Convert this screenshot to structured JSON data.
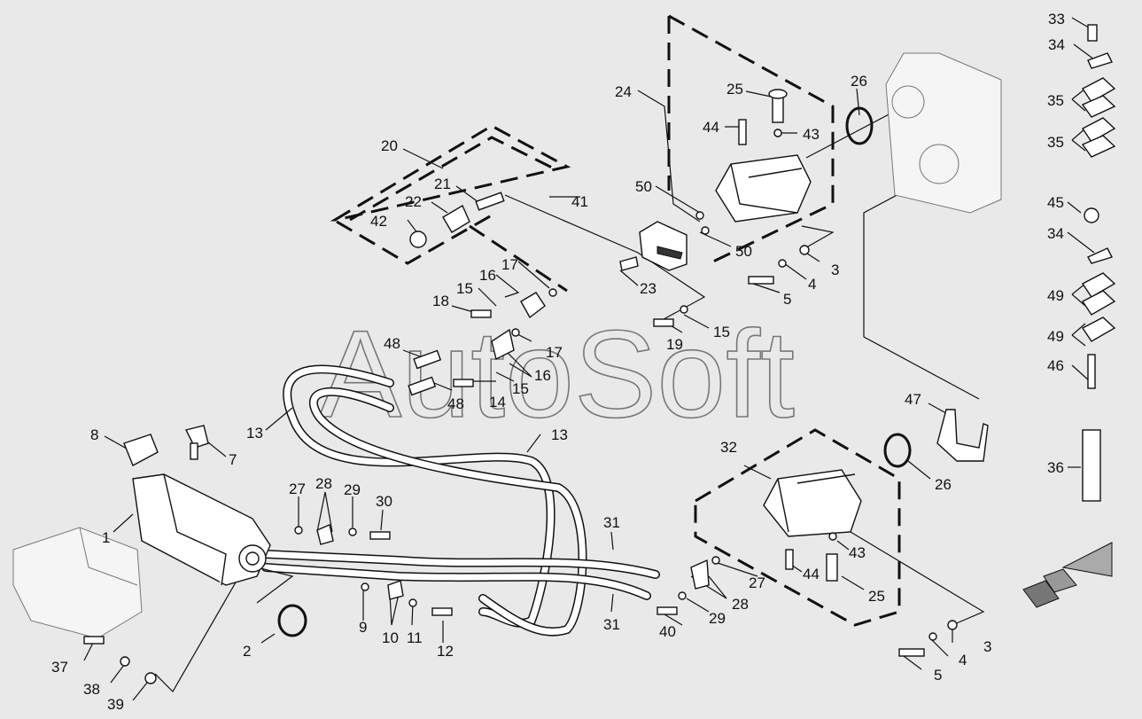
{
  "watermark": "AutoSoft",
  "labels": {
    "l1": "1",
    "l2": "2",
    "l3a": "3",
    "l3b": "3",
    "l4a": "4",
    "l4b": "4",
    "l5a": "5",
    "l5b": "5",
    "l7": "7",
    "l8": "8",
    "l9": "9",
    "l10": "10",
    "l11": "11",
    "l12": "12",
    "l13a": "13",
    "l13b": "13",
    "l14": "14",
    "l15a": "15",
    "l15b": "15",
    "l15c": "15",
    "l16a": "16",
    "l16b": "16",
    "l17a": "17",
    "l17b": "17",
    "l18": "18",
    "l19": "19",
    "l20": "20",
    "l21": "21",
    "l22": "22",
    "l23": "23",
    "l24": "24",
    "l25a": "25",
    "l25b": "25",
    "l26a": "26",
    "l26b": "26",
    "l27a": "27",
    "l27b": "27",
    "l28a": "28",
    "l28b": "28",
    "l29a": "29",
    "l29b": "29",
    "l30": "30",
    "l31a": "31",
    "l31b": "31",
    "l32": "32",
    "l33": "33",
    "l34a": "34",
    "l34b": "34",
    "l35a": "35",
    "l35b": "35",
    "l36": "36",
    "l37": "37",
    "l38": "38",
    "l39": "39",
    "l40": "40",
    "l41": "41",
    "l42": "42",
    "l43a": "43",
    "l43b": "43",
    "l44a": "44",
    "l44b": "44",
    "l45": "45",
    "l46": "46",
    "l47": "47",
    "l48a": "48",
    "l48b": "48",
    "l49a": "49",
    "l49b": "49",
    "l50a": "50",
    "l50b": "50"
  },
  "colors": {
    "background": "#e9e9e9",
    "ink": "#111111"
  },
  "icons": {
    "direction": "direction-arrow-icon"
  }
}
